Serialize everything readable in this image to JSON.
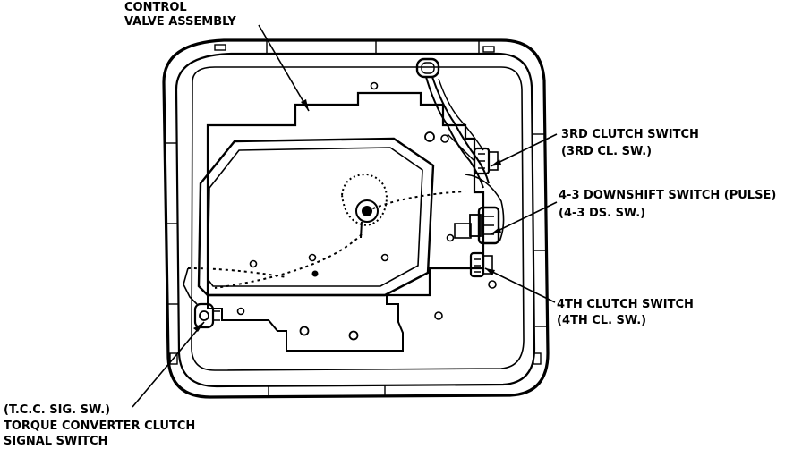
{
  "labels": {
    "control_valve": [
      "CONTROL",
      "VALVE ASSEMBLY"
    ],
    "third_clutch": [
      "3RD CLUTCH SWITCH",
      "(3RD CL. SW.)"
    ],
    "downshift": [
      "4-3 DOWNSHIFT SWITCH (PULSE)",
      "(4-3 DS. SW.)"
    ],
    "fourth_clutch": [
      "4TH CLUTCH SWITCH",
      "(4TH CL. SW.)"
    ],
    "tcc": [
      "(T.C.C. SIG. SW.)",
      "TORQUE CONVERTER CLUTCH",
      "SIGNAL SWITCH"
    ]
  },
  "colors": {
    "ink": "#000000",
    "background": "#ffffff"
  }
}
